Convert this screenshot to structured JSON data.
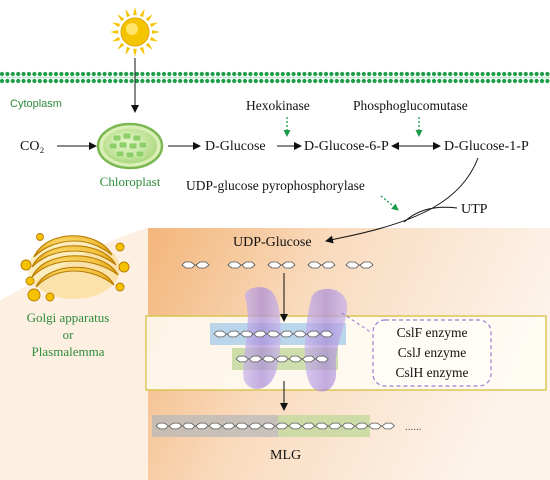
{
  "labels": {
    "cytoplasm": "Cytoplasm",
    "co2": "CO₂",
    "chloroplast": "Chloroplast",
    "d_glucose": "D-Glucose",
    "g6p": "D-Glucose-6-P",
    "g1p": "D-Glucose-1-P",
    "hexokinase": "Hexokinase",
    "phosphoglucomutase": "Phosphoglucomutase",
    "udp_glc_ppase": "UDP-glucose pyrophosphorylase",
    "utp": "UTP",
    "udp_glucose": "UDP-Glucose",
    "golgi_line1": "Golgi apparatus",
    "golgi_line2": "or",
    "golgi_line3": "Plasmalemma",
    "enzymes": [
      "CslF enzyme",
      "CslJ enzyme",
      "CslH enzyme"
    ],
    "mlg": "MLG",
    "ellipsis": "......"
  },
  "colors": {
    "label_green": "#2e8b3a",
    "membrane_green": "#1f9e4a",
    "enzyme_arrow_green": "#1a9a4a",
    "sun": "#f5c400",
    "golgi": "#e8b400",
    "cell_region": "#f6c89a",
    "frame": "#d9c24a",
    "channel": "#b79ad9",
    "enzyme_box_border": "#9b7fd0",
    "highlight_blue": "#a9cdea",
    "highlight_green": "#c6d9a0",
    "highlight_gray": "#b8b8b8"
  },
  "icons": {
    "sun": "sun-icon",
    "chloroplast": "chloroplast-icon",
    "golgi": "golgi-apparatus-icon",
    "channel": "synthase-channel-icon",
    "glucose_chain": "glucose-chain-icon"
  }
}
